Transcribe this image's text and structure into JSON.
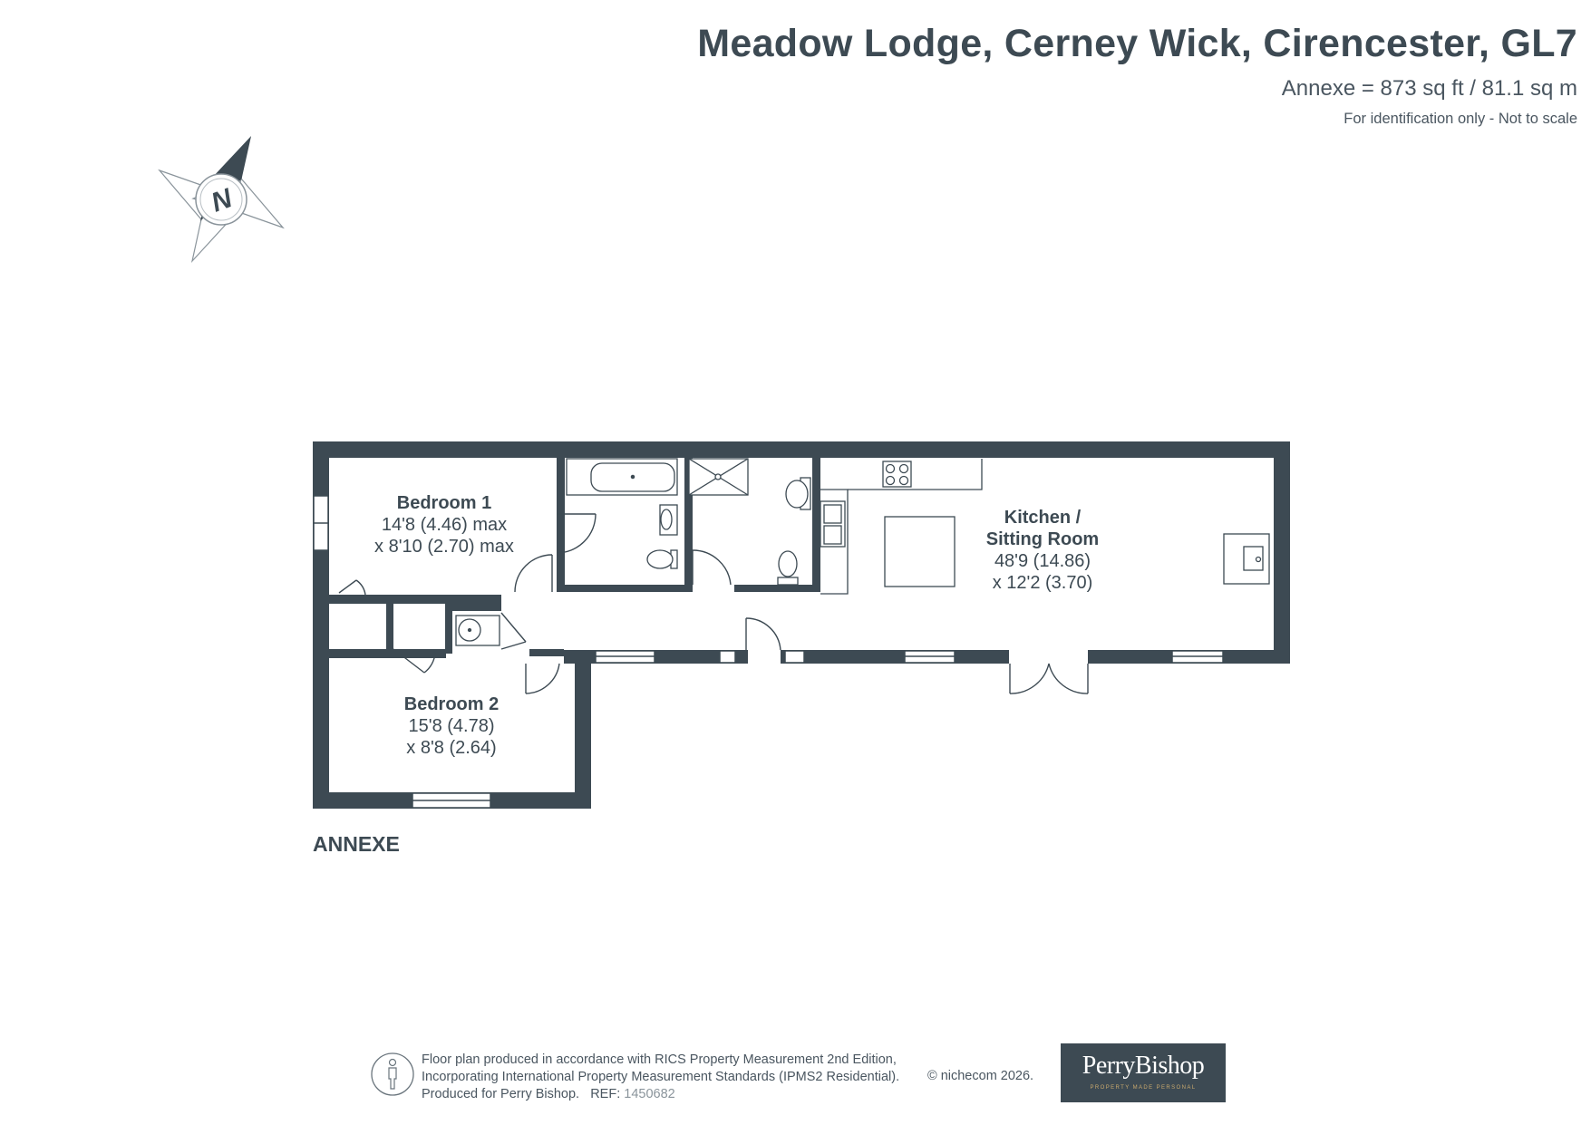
{
  "header": {
    "title": "Meadow Lodge, Cerney Wick, Cirencester, GL7",
    "area": "Annexe = 873 sq ft / 81.1 sq m",
    "disclaimer": "For identification only - Not to scale"
  },
  "compass": {
    "label": "N",
    "icon": "compass-icon"
  },
  "rooms": {
    "bedroom1": {
      "name": "Bedroom 1",
      "dim1": "14'8 (4.46) max",
      "dim2": "x 8'10 (2.70) max"
    },
    "kitchen": {
      "name_line1": "Kitchen /",
      "name_line2": "Sitting Room",
      "dim1": "48'9 (14.86)",
      "dim2": "x 12'2 (3.70)"
    },
    "bedroom2": {
      "name": "Bedroom 2",
      "dim1": "15'8 (4.78)",
      "dim2": "x 8'8 (2.64)"
    }
  },
  "floor_label": "ANNEXE",
  "footer": {
    "line1": "Floor plan produced in accordance with RICS Property Measurement 2nd Edition,",
    "line2": "Incorporating International Property Measurement Standards (IPMS2 Residential).",
    "line3": "Produced for Perry Bishop.",
    "ref_label": "REF:",
    "ref_value": "1450682",
    "copyright": "© nichecom 2026."
  },
  "brand": {
    "name": "PerryBishop",
    "tagline": "PROPERTY MADE PERSONAL",
    "color": "#3d4a53"
  },
  "colors": {
    "wall": "#3d4a53",
    "text": "#3d4a53",
    "accent": "#c9a96e"
  }
}
